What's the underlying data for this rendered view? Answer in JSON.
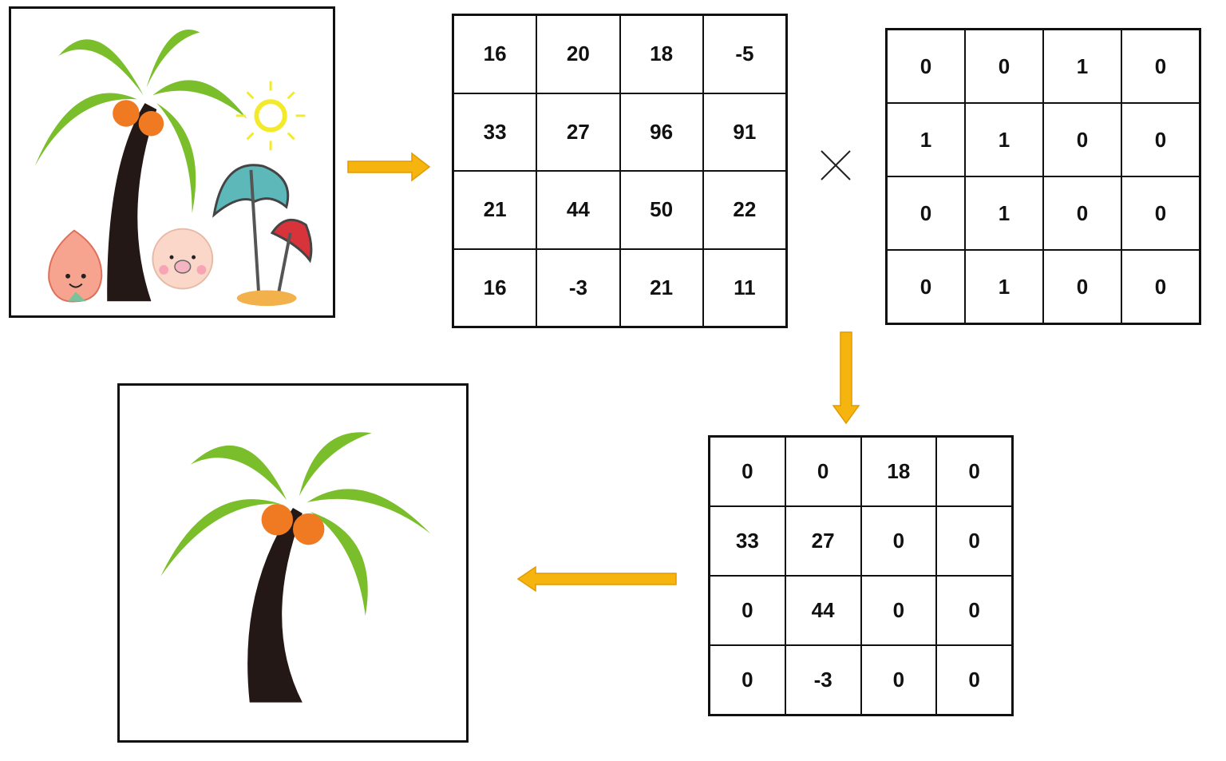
{
  "matrices": {
    "input": [
      [
        "16",
        "20",
        "18",
        "-5"
      ],
      [
        "33",
        "27",
        "96",
        "91"
      ],
      [
        "21",
        "44",
        "50",
        "22"
      ],
      [
        "16",
        "-3",
        "21",
        "11"
      ]
    ],
    "mask": [
      [
        "0",
        "0",
        "1",
        "0"
      ],
      [
        "1",
        "1",
        "0",
        "0"
      ],
      [
        "0",
        "1",
        "0",
        "0"
      ],
      [
        "0",
        "1",
        "0",
        "0"
      ]
    ],
    "result": [
      [
        "0",
        "0",
        "18",
        "0"
      ],
      [
        "33",
        "27",
        "0",
        "0"
      ],
      [
        "0",
        "44",
        "0",
        "0"
      ],
      [
        "0",
        "-3",
        "0",
        "0"
      ]
    ]
  },
  "operator_symbol": "×",
  "colors": {
    "arrow": "#F5B50E",
    "leaf": "#7BBE2B",
    "trunk": "#231815",
    "coconut": "#EF7A22",
    "sun": "#F3EA2B",
    "umbrella_teal": "#5DB8B9",
    "umbrella_red": "#D8333B"
  },
  "icons": {
    "input_image": "palm-tree-beach-scene",
    "output_image": "palm-tree",
    "operator": "multiply-icon"
  }
}
